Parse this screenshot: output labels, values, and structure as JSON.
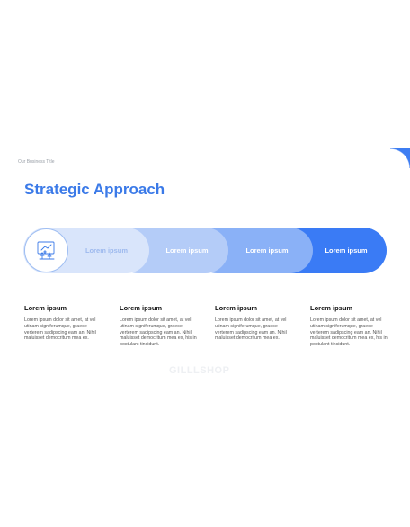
{
  "header": {
    "small_title": "Our Business Title",
    "title": "Strategic Approach"
  },
  "steps": [
    {
      "label": "Lorem ipsum"
    },
    {
      "label": "Lorem ipsum"
    },
    {
      "label": "Lorem ipsum"
    },
    {
      "label": "Lorem ipsum"
    }
  ],
  "columns": [
    {
      "heading": "Lorem ipsum",
      "body": "Lorem ipsum dolor sit amet, at vel utinam signiferumque, graece verterem sadipscing eam an. Nihil maluisset democritum mea ex."
    },
    {
      "heading": "Lorem ipsum",
      "body": "Lorem ipsum dolor sit amet, at vel utinam signiferumque, graece verterem sadipscing eam an. Nihil maluisset democritum mea ex, his in postulant tincidunt."
    },
    {
      "heading": "Lorem ipsum",
      "body": "Lorem ipsum dolor sit amet, at vel utinam signiferumque, graece verterem sadipscing eam an. Nihil maluisset democritum mea ex."
    },
    {
      "heading": "Lorem ipsum",
      "body": "Lorem ipsum dolor sit amet, at vel utinam signiferumque, graece verterem sadipscing eam an. Nihil maluisset democritum mea ex, his in postulant tincidunt."
    }
  ],
  "watermark": "GILLLSHOP",
  "icon": "strategy-chess-icon",
  "colors": {
    "accent": "#3b7ae8",
    "step1": "#d9e5fb",
    "step2": "#b4ccf8",
    "step3": "#8ab1f7",
    "step4": "#3a7bf5"
  }
}
